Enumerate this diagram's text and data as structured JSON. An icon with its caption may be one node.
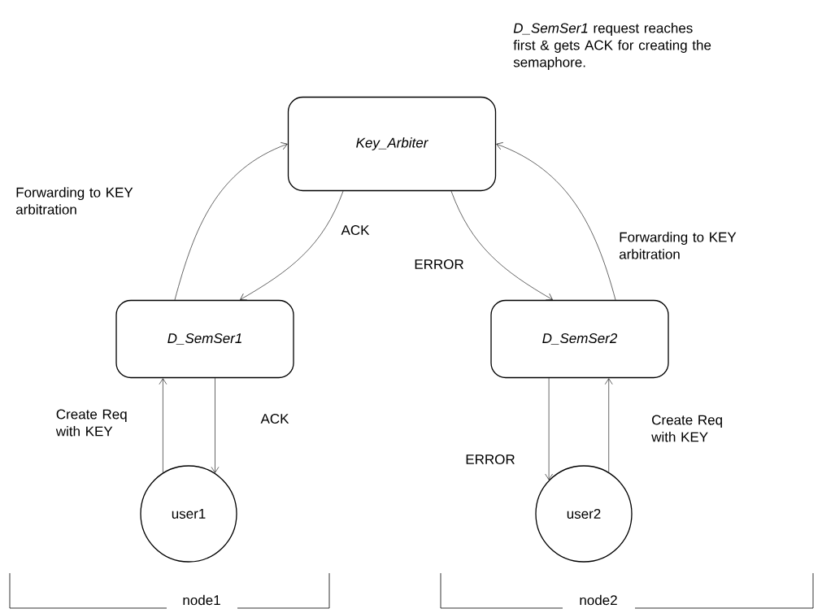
{
  "diagram": {
    "nodes": [
      {
        "text": [
          "Key_Arbiter"
        ]
      },
      {
        "text": [
          "D_SemSer1"
        ]
      },
      {
        "text": [
          "D_SemSer2"
        ]
      },
      {
        "text": [
          "user1"
        ]
      },
      {
        "text": [
          "user2"
        ]
      }
    ],
    "edges": [
      {
        "from": 1,
        "to": 0,
        "arrow": "to",
        "label": "Forwarding to KEY arbitration"
      },
      {
        "from": 0,
        "to": 1,
        "arrow": "to",
        "label": "ACK"
      },
      {
        "from": 0,
        "to": 2,
        "arrow": "to",
        "label": "ERROR"
      },
      {
        "from": 2,
        "to": 0,
        "arrow": "to",
        "label": "Forwarding to KEY arbitration"
      },
      {
        "from": 3,
        "to": 1,
        "arrow": "to",
        "label": "Create Req with KEY"
      },
      {
        "from": 1,
        "to": 3,
        "arrow": "to",
        "label": "ACK"
      },
      {
        "from": 2,
        "to": 4,
        "arrow": "to",
        "label": "ERROR"
      },
      {
        "from": 4,
        "to": 2,
        "arrow": "to",
        "label": "Create Req with KEY"
      }
    ],
    "labels": [
      "*D_SemSer1* request reaches first & gets ACK for creating the semaphore.",
      "node1",
      "node2"
    ]
  }
}
